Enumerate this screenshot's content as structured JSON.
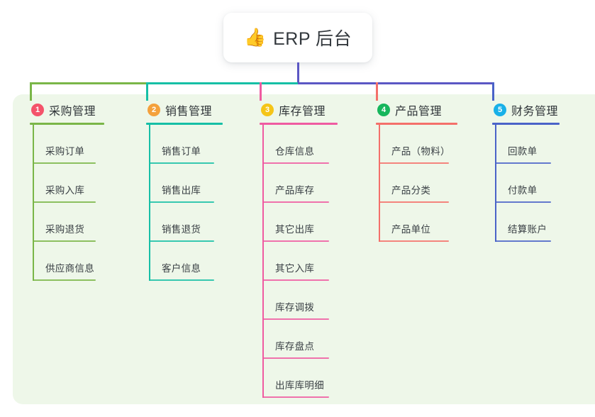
{
  "title": {
    "emoji": "👍",
    "emoji_name": "thumbs-up-icon",
    "text": "ERP 后台"
  },
  "colors": {
    "panel_background": "#eef7e9",
    "page_background": "#ffffff",
    "card_background": "#ffffff",
    "title_text": "#33383d",
    "bus_left": "#7ab648",
    "bus_mid": "#16bfa6",
    "bus_right": "#5b57c4"
  },
  "columns": [
    {
      "number": "1",
      "title": "采购管理",
      "badge_color": "#f4536a",
      "line_color": "#7ab648",
      "items": [
        "采购订单",
        "采购入库",
        "采购退货",
        "供应商信息"
      ]
    },
    {
      "number": "2",
      "title": "销售管理",
      "badge_color": "#f4a13c",
      "line_color": "#16bfa6",
      "items": [
        "销售订单",
        "销售出库",
        "销售退货",
        "客户信息"
      ]
    },
    {
      "number": "3",
      "title": "库存管理",
      "badge_color": "#f5c518",
      "line_color": "#ef5ba1",
      "items": [
        "仓库信息",
        "产品库存",
        "其它出库",
        "其它入库",
        "库存调拨",
        "库存盘点",
        "出库库明细"
      ]
    },
    {
      "number": "4",
      "title": "产品管理",
      "badge_color": "#16b65c",
      "line_color": "#f4706a",
      "items": [
        "产品（物料）",
        "产品分类",
        "产品单位"
      ]
    },
    {
      "number": "5",
      "title": "财务管理",
      "badge_color": "#18b0e8",
      "line_color": "#4a63c8",
      "items": [
        "回款单",
        "付款单",
        "结算账户"
      ]
    }
  ]
}
